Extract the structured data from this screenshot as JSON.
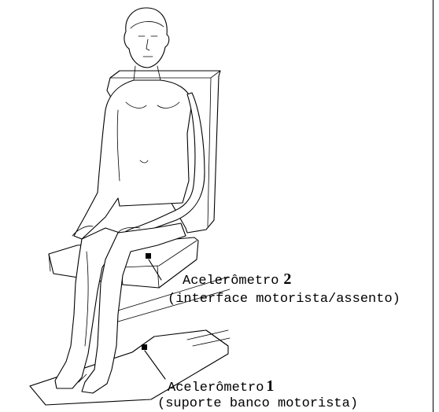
{
  "diagram": {
    "accelerometer2": {
      "name": "Acelerômetro",
      "number": "2",
      "description": "(interface motorista/assento)"
    },
    "accelerometer1": {
      "name": "Acelerômetro",
      "number": "1",
      "description": "(suporte banco motorista)"
    }
  }
}
